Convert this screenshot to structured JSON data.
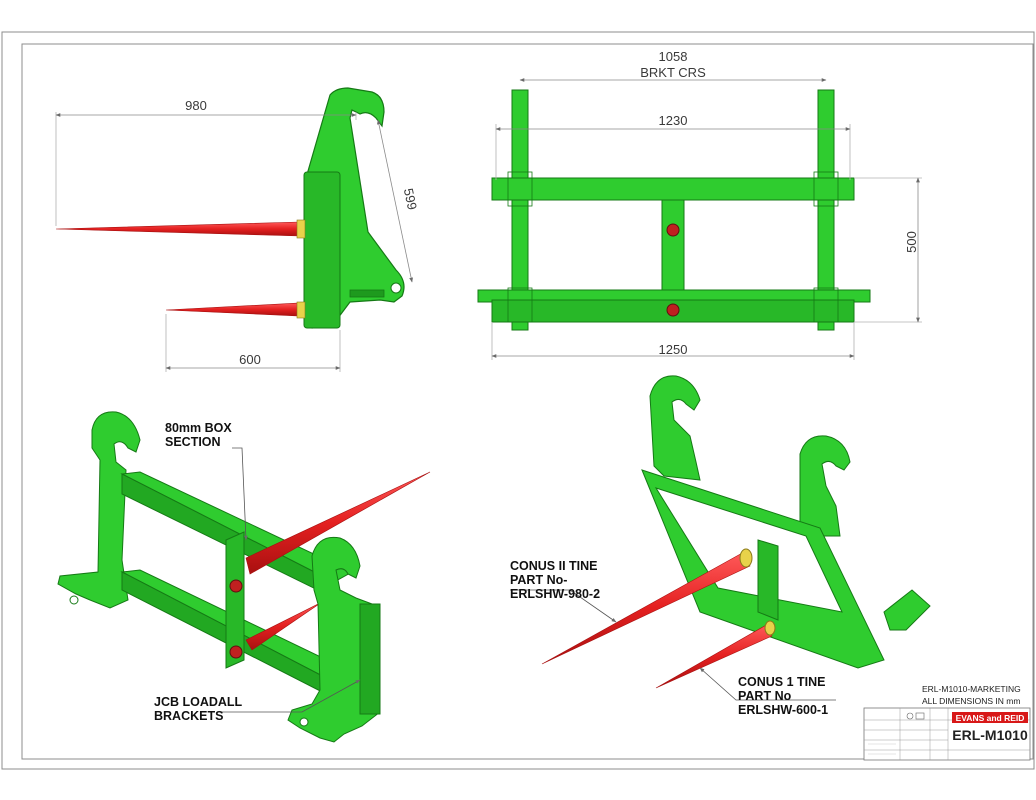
{
  "dimensions": {
    "bracket_centres_value": "1058",
    "bracket_centres_label": "BRKT CRS",
    "outer_width": "1230",
    "overall_width": "1250",
    "height": "500",
    "long_tine_length": "980",
    "short_tine_length": "600",
    "bracket_height": "599"
  },
  "callouts": {
    "box_section_line1": "80mm BOX",
    "box_section_line2": "SECTION",
    "brackets_line1": "JCB LOADALL",
    "brackets_line2": "BRACKETS",
    "conus2_line1": "CONUS II TINE",
    "conus2_line2": "PART No-",
    "conus2_line3": "ERLSHW-980-2",
    "conus1_line1": "CONUS 1 TINE",
    "conus1_line2": "PART No",
    "conus1_line3": "ERLSHW-600-1"
  },
  "notes": {
    "marketing": "ERL-M1010-MARKETING",
    "units": "ALL DIMENSIONS IN mm"
  },
  "title_block": {
    "company": "EVANS and REID",
    "drawing_number": "ERL-M1010"
  },
  "colors": {
    "frame_green": "#2fcc2f",
    "tine_red": "#e42020",
    "dimension_line": "#9a9a9a",
    "company_banner": "#d81818"
  }
}
